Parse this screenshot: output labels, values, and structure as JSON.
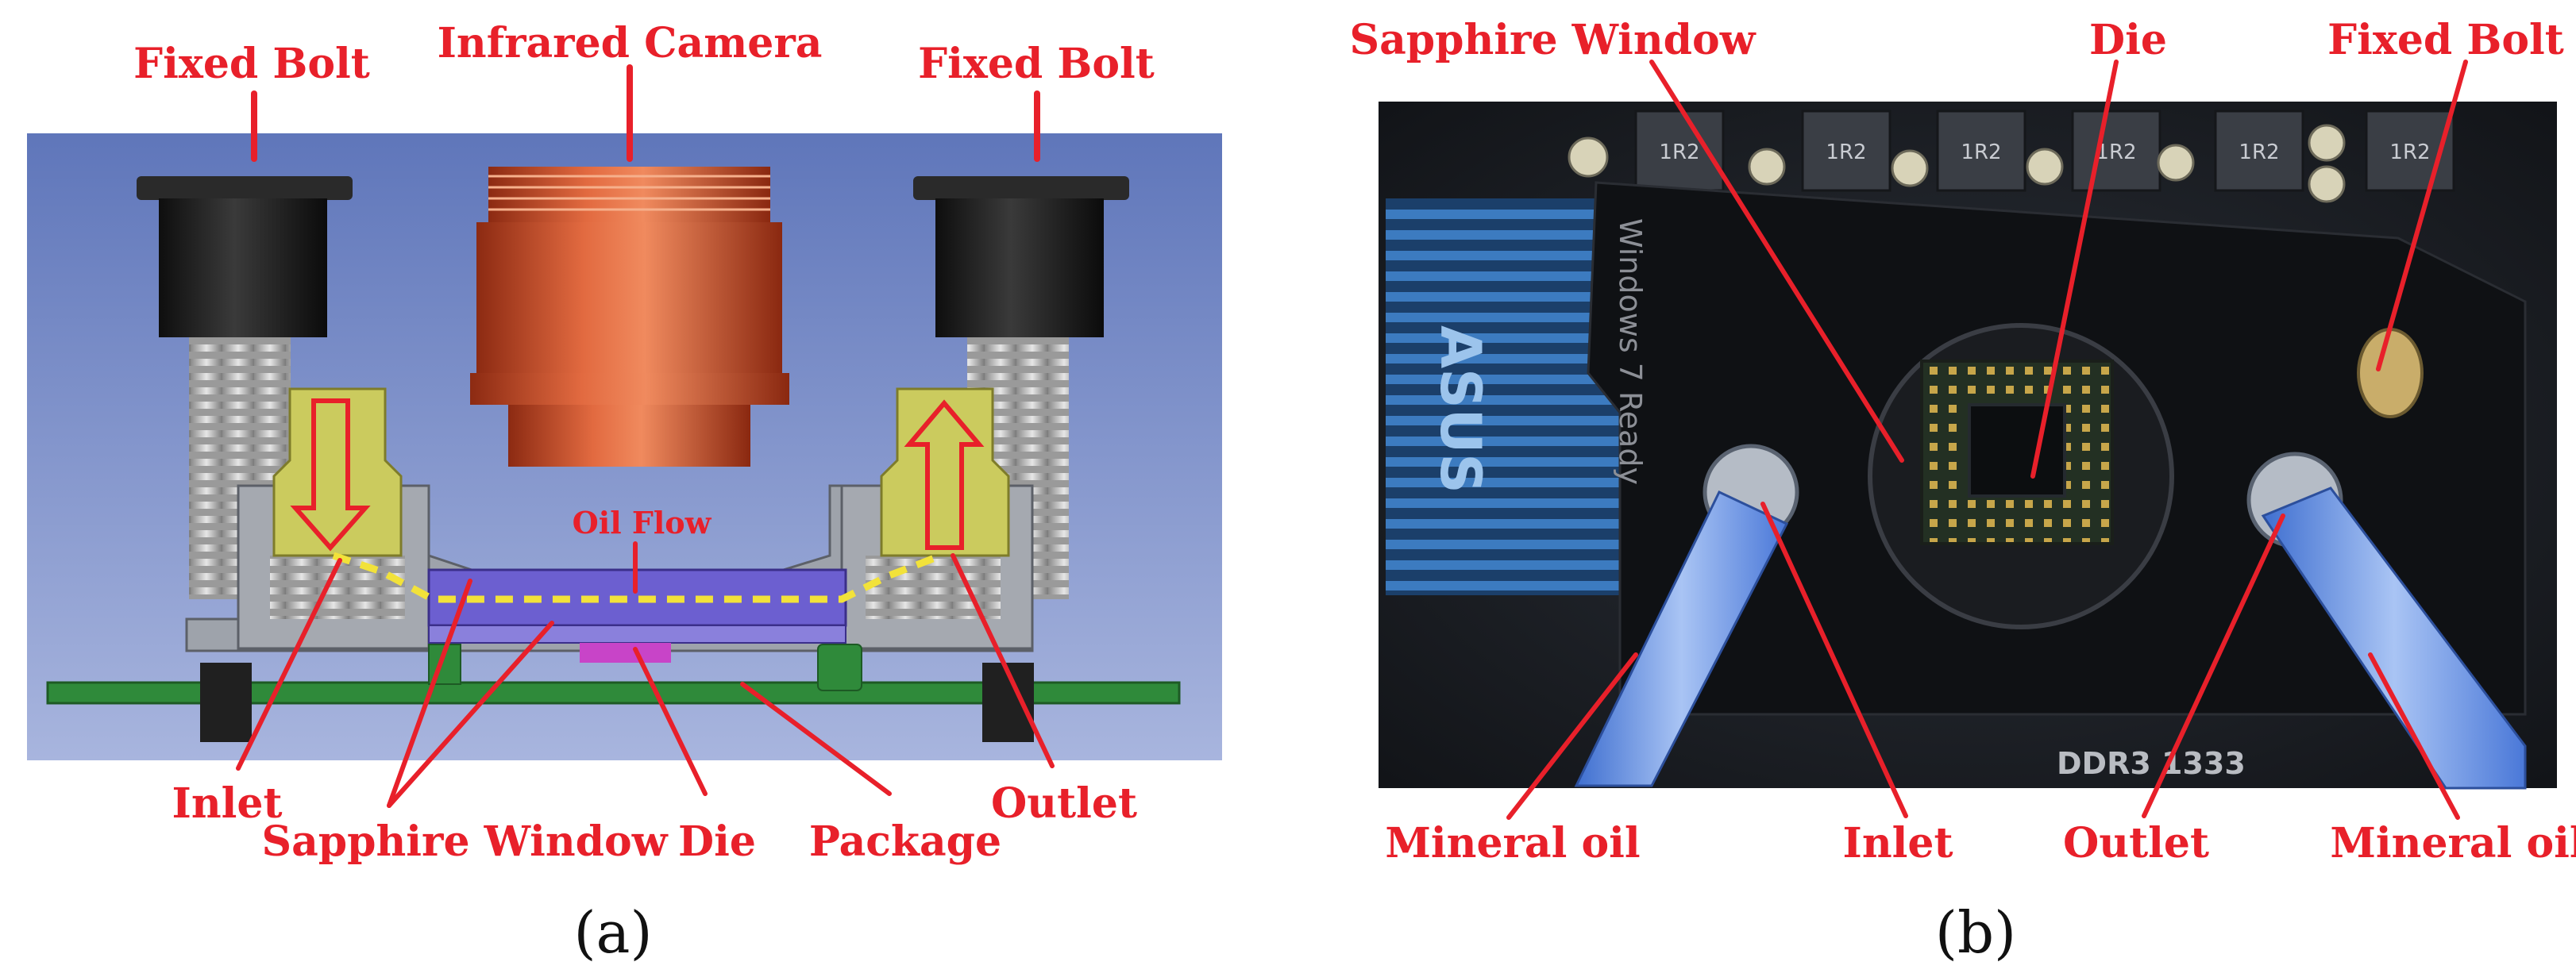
{
  "panel_a": {
    "labels": {
      "fixed_bolt_left": "Fixed Bolt",
      "infrared_camera": "Infrared Camera",
      "fixed_bolt_right": "Fixed Bolt",
      "oil_flow": "Oil Flow",
      "inlet": "Inlet",
      "sapphire_window": "Sapphire Window",
      "die": "Die",
      "package": "Package",
      "outlet": "Outlet"
    },
    "caption": "(a)"
  },
  "panel_b": {
    "labels": {
      "sapphire_window": "Sapphire Window",
      "die": "Die",
      "fixed_bolt": "Fixed Bolt",
      "mineral_oil_left": "Mineral oil",
      "inlet": "Inlet",
      "outlet": "Outlet",
      "mineral_oil_right": "Mineral oil"
    },
    "photo_text": {
      "brand": "ASUS",
      "os_badge": "Windows 7 Ready",
      "memory_label": "DDR3 1333",
      "inductor_marking": "1R2"
    },
    "caption": "(b)"
  },
  "colors": {
    "label_red": "#e8202a",
    "cad_background": "#6f86c4",
    "camera_copper": "#d0522e",
    "bolt_black": "#1c1c1c",
    "fitting_yellow": "#c9c85a",
    "pcb_green": "#2f8a3a",
    "sapphire_purple": "#6c5fd0",
    "die_magenta": "#c844c8",
    "oil_flow_yellow": "#f2e23a",
    "tube_blue": "#5c8fe0",
    "board_dark": "#1a1d22"
  }
}
